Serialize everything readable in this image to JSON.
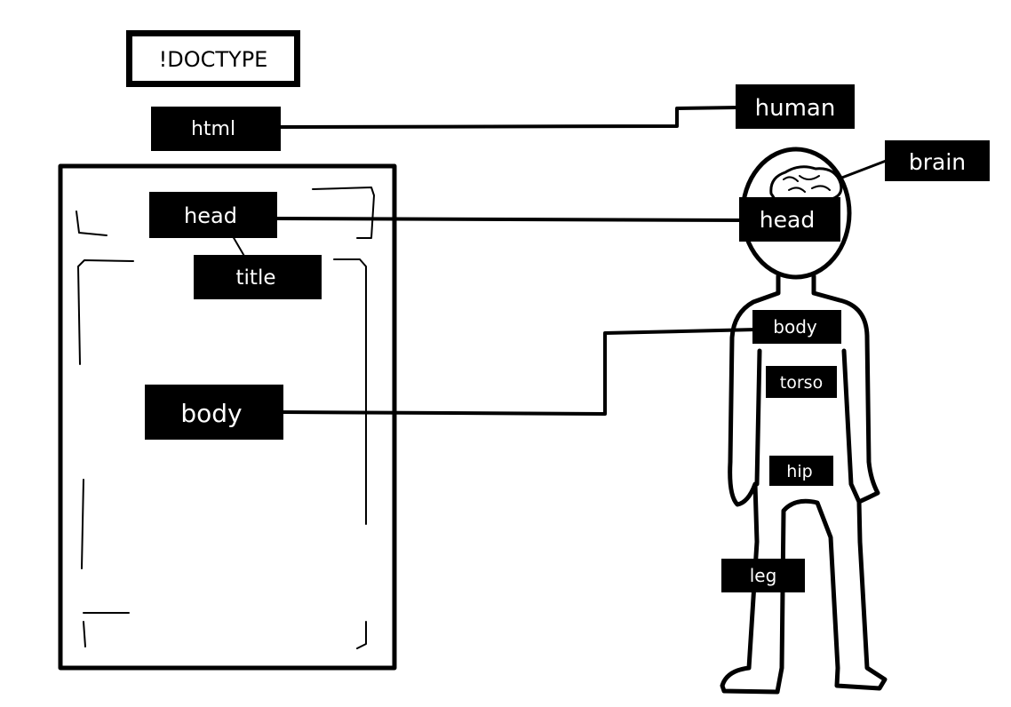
{
  "document": {
    "doctype": "!DOCTYPE",
    "html": "html",
    "head": "head",
    "title": "title",
    "body": "body"
  },
  "human": {
    "human": "human",
    "brain": "brain",
    "head": "head",
    "body": "body",
    "torso": "torso",
    "hip": "hip",
    "leg": "leg"
  },
  "colors": {
    "ink": "#000000",
    "paper": "#ffffff",
    "label_text": "#ffffff"
  }
}
